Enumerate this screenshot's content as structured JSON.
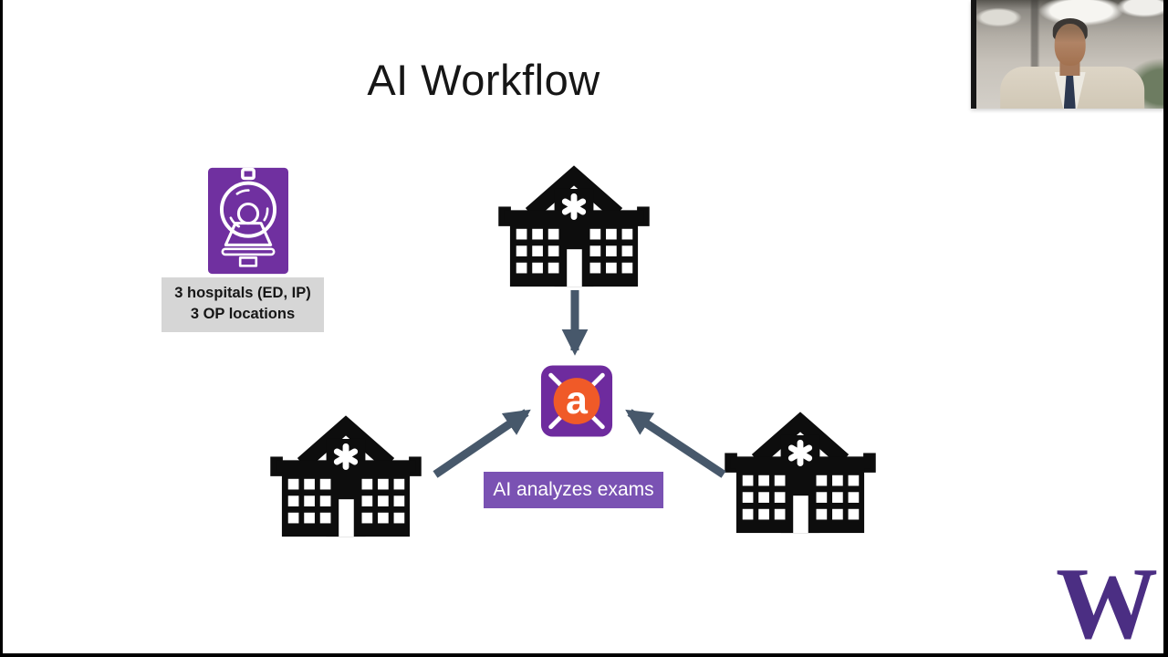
{
  "colors": {
    "scanner_purple": "#7030A0",
    "aidoc_purple": "#6E2B9E",
    "aidoc_orange": "#F05A28",
    "ai_box_purple": "#7A52B3",
    "arrow": "#47586B",
    "label_bg": "#D6D6D6",
    "hospital_black": "#0D0D0D",
    "uw_purple": "#4B2E83"
  },
  "slide": {
    "title": "AI Workflow"
  },
  "scanner": {
    "label_line1": "3 hospitals (ED, IP)",
    "label_line2": "3 OP locations"
  },
  "hub": {
    "letter": "a",
    "label": "AI analyzes exams"
  },
  "icons": {
    "mri_scanner": "mri-scanner-icon",
    "hospital": "hospital-building-icon",
    "ai_hub": "aidoc-logo",
    "arrow": "flow-arrow"
  },
  "diagram": {
    "nodes": [
      "mri-scanner",
      "hospital-top",
      "hospital-left",
      "hospital-right",
      "ai-hub"
    ],
    "edges": [
      {
        "from": "hospital-top",
        "to": "ai-hub"
      },
      {
        "from": "hospital-left",
        "to": "ai-hub"
      },
      {
        "from": "hospital-right",
        "to": "ai-hub"
      }
    ]
  },
  "footer": {
    "uw_logo_letter": "W"
  }
}
